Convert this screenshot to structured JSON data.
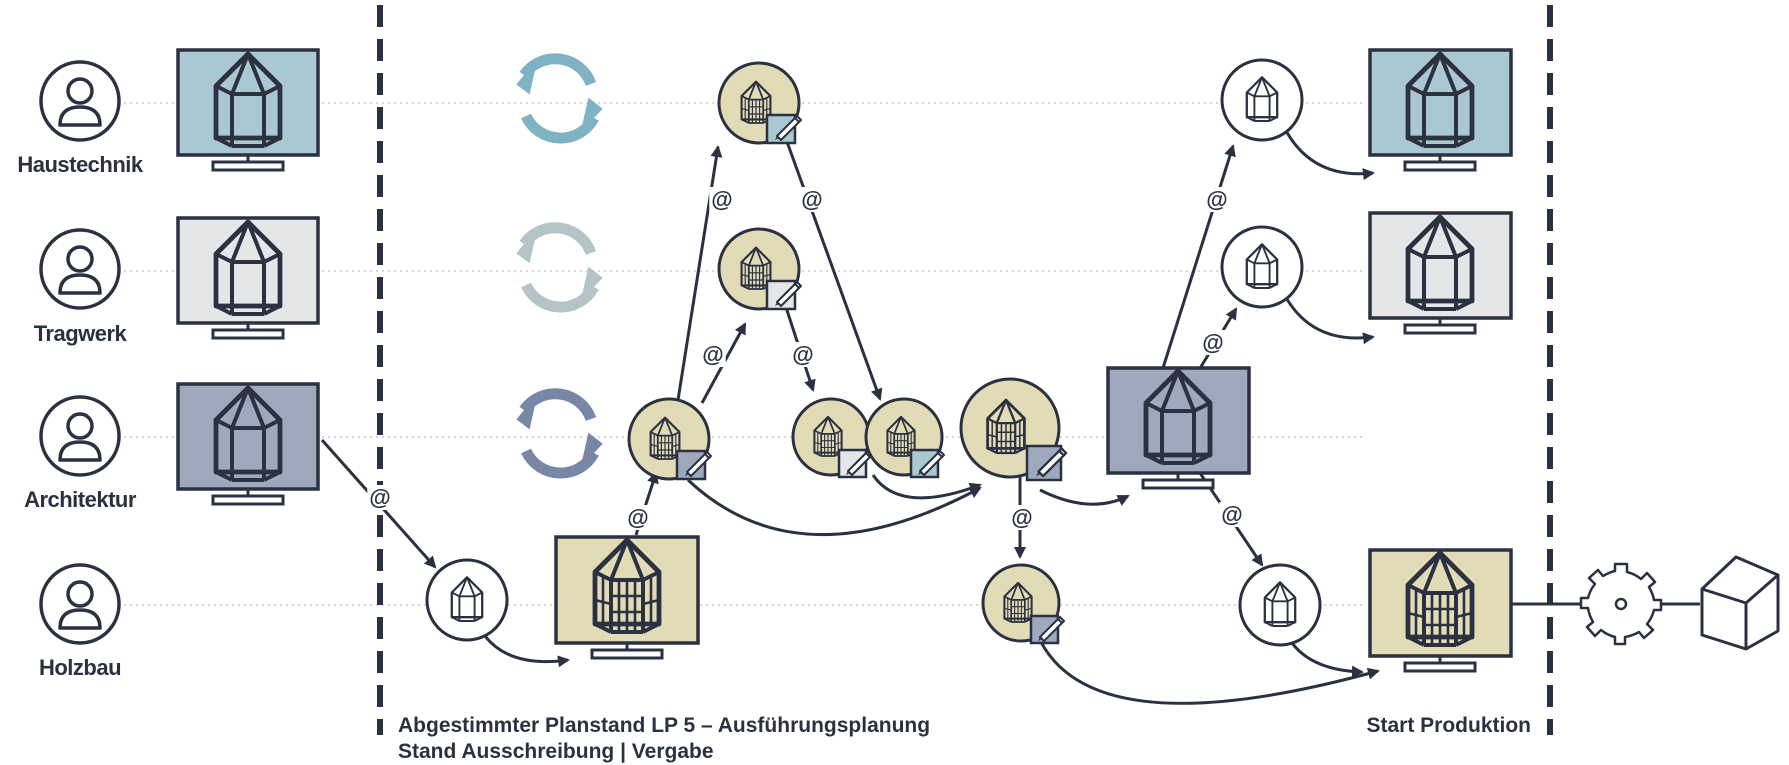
{
  "roles": [
    {
      "label": "Haustechnik"
    },
    {
      "label": "Tragwerk"
    },
    {
      "label": "Architektur"
    },
    {
      "label": "Holzbau"
    }
  ],
  "link_symbol": "@",
  "footer": {
    "line1": "Abgestimmter Planstand LP 5 – Ausführungsplanung",
    "line2": "Stand Ausschreibung | Vergabe",
    "right": "Start Produktion"
  },
  "icons": {
    "person": "user-icon",
    "monitor": "monitor-with-house-model-icon",
    "model_bubble": "house-model-icon",
    "edit": "pencil-edit-icon",
    "sync": "sync-cycle-icon",
    "production": "gear-icon",
    "product": "house-icon"
  },
  "colors": {
    "haustechnik": "#a9c8d2",
    "tragwerk": "#e4e6e8",
    "architektur": "#9ea9bd",
    "holzbau": "#e2dcb6",
    "stroke": "#2b3140",
    "sync_haustechnik": "#7fb3c3",
    "sync_tragwerk": "#b5c4c7",
    "sync_architektur": "#7987a7",
    "guide": "#c9ccd1"
  }
}
